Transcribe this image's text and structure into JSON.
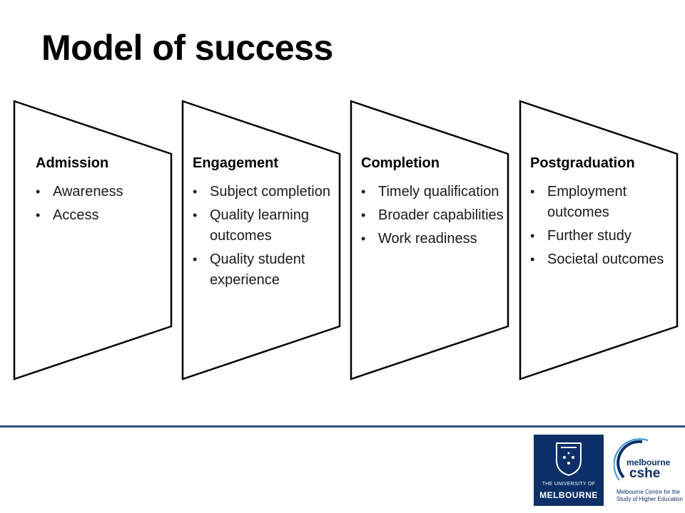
{
  "title": "Model of success",
  "stages": [
    {
      "heading": "Admission",
      "bullets": [
        "Awareness",
        "Access"
      ]
    },
    {
      "heading": "Engagement",
      "bullets": [
        "Subject completion",
        "Quality learning outcomes",
        "Quality student experience"
      ]
    },
    {
      "heading": "Completion",
      "bullets": [
        "Timely qualification",
        "Broader capabilities",
        "Work readiness"
      ]
    },
    {
      "heading": "Postgraduation",
      "bullets": [
        "Employment outcomes",
        "Further study",
        "Societal outcomes"
      ]
    }
  ],
  "footer": {
    "logo_uom": {
      "small": "THE UNIVERSITY OF",
      "name": "MELBOURNE"
    },
    "logo_cshe": {
      "melbourne": "melbourne",
      "cshe": "cshe",
      "caption": "Melbourne Centre for the Study of Higher Education"
    }
  },
  "colors": {
    "logo_navy": "#0b2f66",
    "rule": "#2f4e7c",
    "cshe_accent": "#3a8fd6"
  }
}
